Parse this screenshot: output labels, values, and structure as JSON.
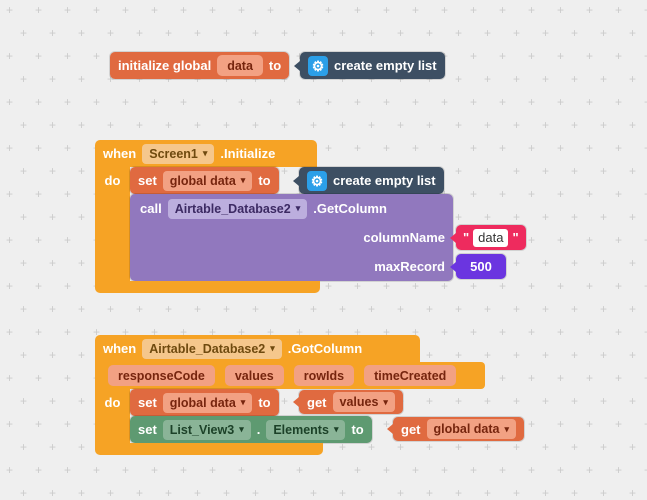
{
  "icons": {
    "gear": "⚙",
    "dropdown_arrow": "▾"
  },
  "colors": {
    "event_orange": "#F6A325",
    "variable_orange": "#E06A40",
    "list_navy": "#3D4F63",
    "call_purple": "#9178BE",
    "text_pink": "#EE2B5E",
    "number_violet": "#6B35E0",
    "component_green": "#5E9A71",
    "workspace_bg": "#EFEFEF"
  },
  "blocks": {
    "init_global": {
      "keyword": "initialize global",
      "name": "data",
      "to": "to"
    },
    "create_empty_list": {
      "label": "create empty list"
    },
    "screen_init": {
      "when": "when",
      "component": "Screen1",
      "event": ".Initialize",
      "do": "do"
    },
    "set_global": {
      "set": "set",
      "variable": "global data",
      "to": "to"
    },
    "call_getcolumn": {
      "call": "call",
      "component": "Airtable_Database2",
      "method": ".GetColumn",
      "param_column": "columnName",
      "param_max": "maxRecord"
    },
    "text_string": {
      "open_quote": "\"",
      "value": "data",
      "close_quote": "\""
    },
    "number": {
      "value": "500"
    },
    "got_column": {
      "when": "when",
      "component": "Airtable_Database2",
      "event": ".GotColumn",
      "params": [
        "responseCode",
        "values",
        "rowIds",
        "timeCreated"
      ],
      "do": "do"
    },
    "get_values": {
      "get": "get",
      "variable": "values"
    },
    "set_elements": {
      "set": "set",
      "component": "List_View3",
      "dot": ".",
      "property": "Elements",
      "to": "to"
    },
    "get_global": {
      "get": "get",
      "variable": "global data"
    }
  }
}
